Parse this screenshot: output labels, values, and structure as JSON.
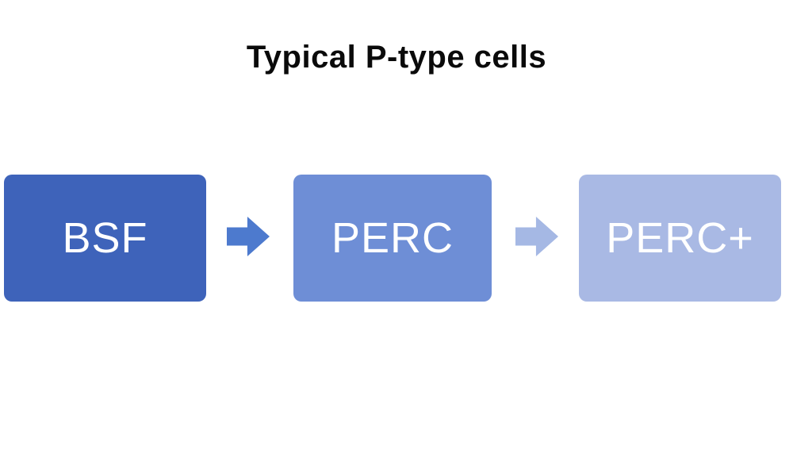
{
  "title": "Typical P-type cells",
  "diagram": {
    "boxes": [
      {
        "label": "BSF",
        "color": "#3e63ba",
        "text_color": "#ffffff"
      },
      {
        "label": "PERC",
        "color": "#6e8ed6",
        "text_color": "#ffffff"
      },
      {
        "label": "PERC+",
        "color": "#a9b9e4",
        "text_color": "#f7f8fd"
      }
    ],
    "arrows": [
      {
        "name": "arrow-right-icon",
        "color": "#4d7ace"
      },
      {
        "name": "arrow-right-icon",
        "color": "#a5b8e4"
      }
    ]
  }
}
